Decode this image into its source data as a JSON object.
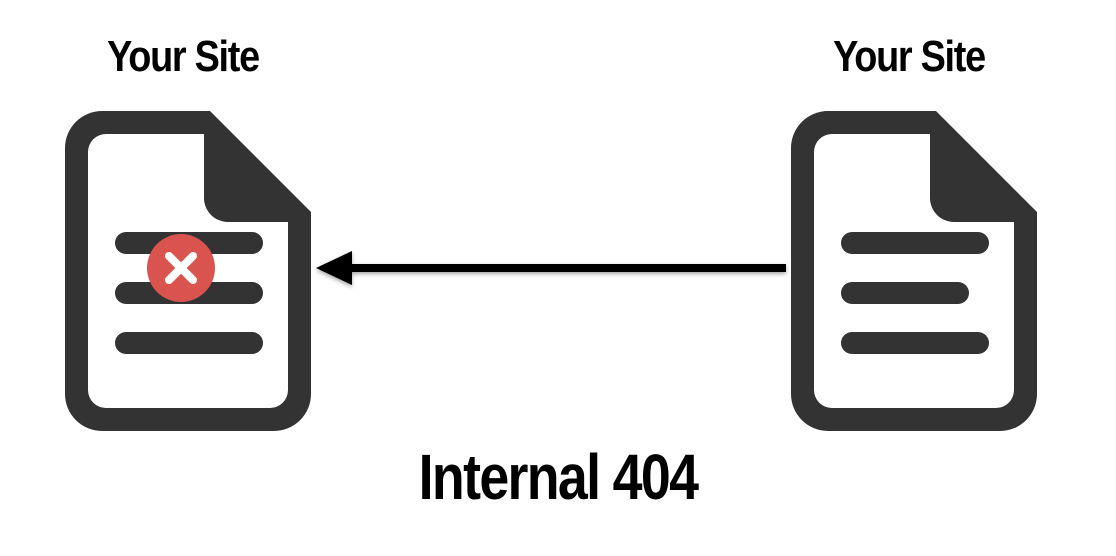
{
  "source_document": {
    "label": "Your Site",
    "icon": "document-icon",
    "status_icon": "error-x-icon"
  },
  "linking_document": {
    "label": "Your Site",
    "icon": "document-icon"
  },
  "link_arrow": {
    "icon": "arrow-left-icon"
  },
  "caption": "Internal 404",
  "colors": {
    "document": "#333333",
    "error_badge": "#d9534f",
    "arrow": "#000000"
  }
}
